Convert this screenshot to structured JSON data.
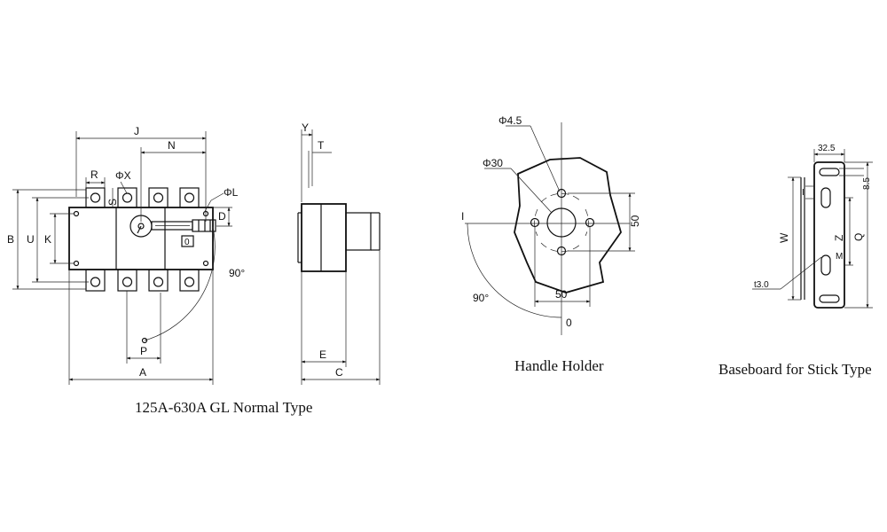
{
  "captions": {
    "normal_type": "125A-630A GL Normal Type",
    "handle_holder": "Handle Holder",
    "baseboard": "Baseboard for Stick Type"
  },
  "front_view": {
    "dim_J": "J",
    "dim_N": "N",
    "dim_R": "R",
    "dim_S": "S",
    "dim_phiX": "ΦX",
    "dim_phiL": "ΦL",
    "dim_D": "D",
    "dim_B": "B",
    "dim_U": "U",
    "dim_K": "K",
    "dim_P": "P",
    "dim_A": "A",
    "angle": "90°",
    "indicator": "0"
  },
  "side_view": {
    "dim_Y": "Y",
    "dim_T": "T",
    "dim_E": "E",
    "dim_C": "C"
  },
  "handle_holder": {
    "hole_small": "Φ4.5",
    "hole_large": "Φ30",
    "dim_I": "I",
    "dim_vertical": "50",
    "dim_horizontal": "50",
    "angle": "90°",
    "dim_O": "0"
  },
  "baseboard": {
    "width": "32.5",
    "slot": "8.5",
    "thickness": "t3.0",
    "dim_W": "W",
    "dim_Z": "Z",
    "dim_Q": "Q",
    "dim_M": "M",
    "dim_I": "I"
  }
}
